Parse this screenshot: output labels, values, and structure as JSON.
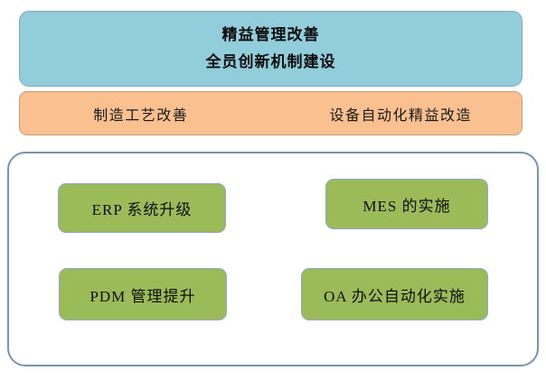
{
  "diagram": {
    "type": "block-hierarchy",
    "colors": {
      "banner_blue": "#92CDDC",
      "banner_orange": "#FAC090",
      "item_green": "#9BBB59",
      "container_border": "#7596AE",
      "text": "#0d0d0d"
    },
    "top_banner": {
      "lines": [
        "精益管理改善",
        "全员创新机制建设"
      ]
    },
    "second_banner": {
      "items": [
        "制造工艺改善",
        "设备自动化精益改造"
      ]
    },
    "container": {
      "items": [
        "ERP 系统升级",
        "MES 的实施",
        "PDM 管理提升",
        "OA 办公自动化实施"
      ]
    }
  }
}
